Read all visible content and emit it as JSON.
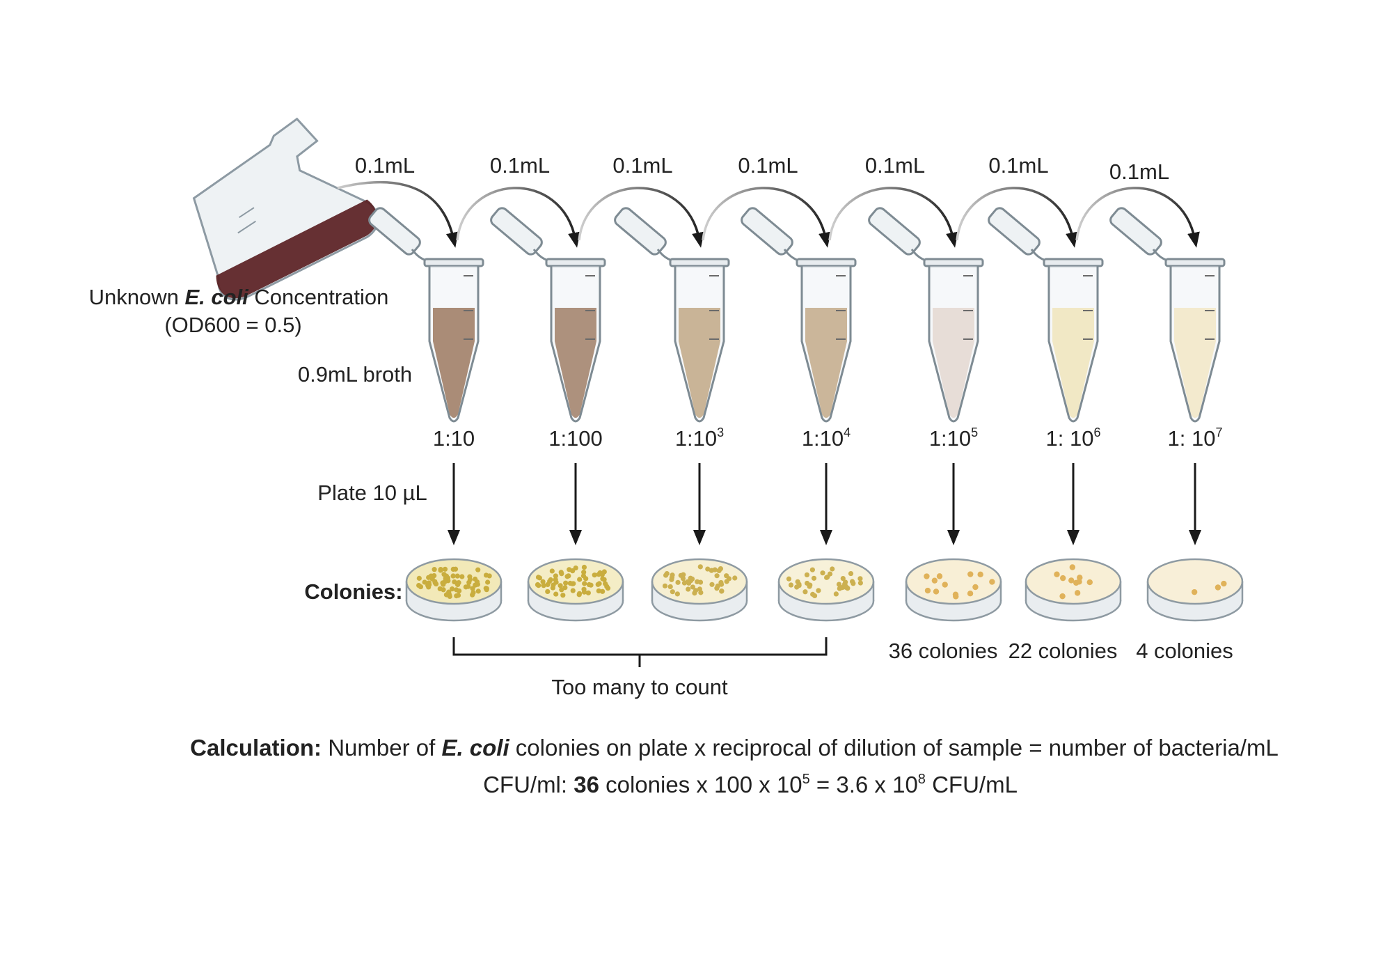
{
  "flask": {
    "label_prefix": "Unknown ",
    "label_species": "E. coli",
    "label_suffix": " Concentration",
    "od_label": "(OD600 = 0.5)",
    "liquid_color": "#5a1f22"
  },
  "transfer_volume": "0.1mL",
  "broth_label": "0.9mL broth",
  "plate_label": "Plate 10 µL",
  "colonies_heading": "Colonies:",
  "tubes": [
    {
      "dilution_text": "1:10",
      "dilution_exp": "",
      "liquid_color": "#8a5a36",
      "colony_count_label": "",
      "colony_color": "#c9ad3e",
      "plate_bg": "#f2e9b8"
    },
    {
      "dilution_text": "1:100",
      "dilution_exp": "",
      "liquid_color": "#8f6240",
      "colony_count_label": "",
      "colony_color": "#c9ad3e",
      "plate_bg": "#f4edc6"
    },
    {
      "dilution_text": "1:10",
      "dilution_exp": "3",
      "liquid_color": "#bb9767",
      "colony_count_label": "",
      "colony_color": "#ccb050",
      "plate_bg": "#f6efd2"
    },
    {
      "dilution_text": "1:10",
      "dilution_exp": "4",
      "liquid_color": "#bd9a6c",
      "colony_count_label": "",
      "colony_color": "#ccb050",
      "plate_bg": "#f7f1d9"
    },
    {
      "dilution_text": "1:10",
      "dilution_exp": "5",
      "liquid_color": "#e8d6c9",
      "colony_count_label": "36 colonies",
      "colony_color": "#e0b25a",
      "plate_bg": "#f8efd6"
    },
    {
      "dilution_text": "1: 10",
      "dilution_exp": "6",
      "liquid_color": "#f8e6ae",
      "colony_count_label": "22 colonies",
      "colony_color": "#e0b25a",
      "plate_bg": "#f8efd6"
    },
    {
      "dilution_text": "1: 10",
      "dilution_exp": "7",
      "liquid_color": "#fbeabc",
      "colony_count_label": "4 colonies",
      "colony_color": "#e0b25a",
      "plate_bg": "#f8efd8"
    }
  ],
  "too_many_label": "Too many to count",
  "calculation": {
    "heading": "Calculation:",
    "part1": " Number of ",
    "species": "E. coli",
    "part2": " colonies on plate x reciprocal of dilution of sample = number of bacteria/mL"
  },
  "cfu": {
    "prefix": "CFU/ml: ",
    "count": "36",
    "mid": " colonies x 100 x 10",
    "exp1": "5",
    "eq": " = 3.6 x 10",
    "exp2": "8",
    "unit": " CFU/mL"
  }
}
